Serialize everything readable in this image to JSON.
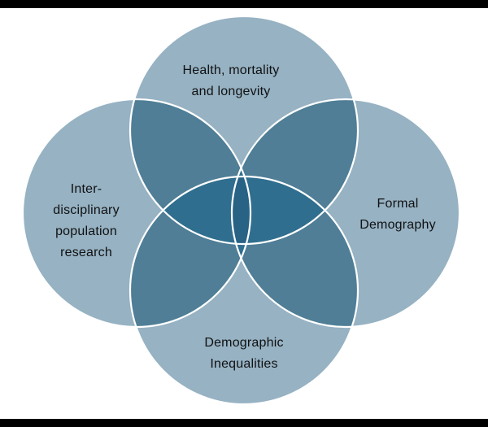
{
  "diagram": {
    "type": "venn",
    "circles": [
      {
        "id": "top",
        "label_lines": [
          "Health, mortality",
          "and longevity"
        ]
      },
      {
        "id": "left",
        "label_lines": [
          "Inter-",
          "disciplinary",
          "population",
          "research"
        ]
      },
      {
        "id": "right",
        "label_lines": [
          "Formal",
          "Demography"
        ]
      },
      {
        "id": "bottom",
        "label_lines": [
          "Demographic",
          "Inequalities"
        ]
      }
    ],
    "colors": {
      "region_single": "#96B2C3",
      "region_double": "#4F7E96",
      "region_triple": "#2F6E8E",
      "region_quad": "#286285",
      "outline": "#FFFFFF",
      "border_bar": "#000000",
      "label_text": "#111111",
      "background": "#FFFFFF"
    }
  }
}
